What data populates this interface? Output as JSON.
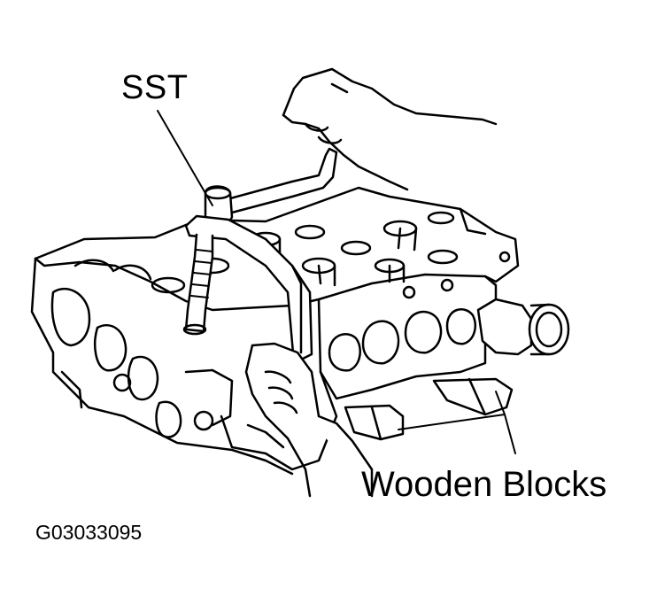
{
  "labels": {
    "tool": "SST",
    "blocks": "Wooden Blocks"
  },
  "figure_code": "G03033095",
  "colors": {
    "ink": "#000000",
    "paper": "#ffffff"
  }
}
